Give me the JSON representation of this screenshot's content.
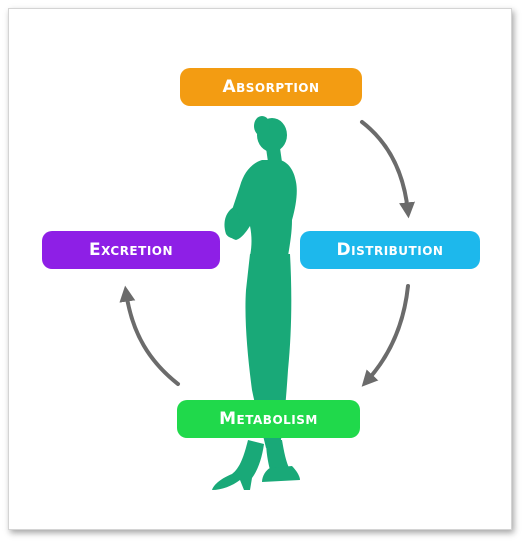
{
  "diagram": {
    "stages": [
      {
        "label": "Absorption",
        "color": "#F39C12"
      },
      {
        "label": "Distribution",
        "color": "#1DB8EC"
      },
      {
        "label": "Metabolism",
        "color": "#20D94B"
      },
      {
        "label": "Excretion",
        "color": "#8E1FE6"
      }
    ],
    "arrow_color": "#6B6B6B",
    "figure_color": "#19A978",
    "figure_icon": "woman-silhouette-icon",
    "arrow_icon": "curved-arrow-icon"
  }
}
